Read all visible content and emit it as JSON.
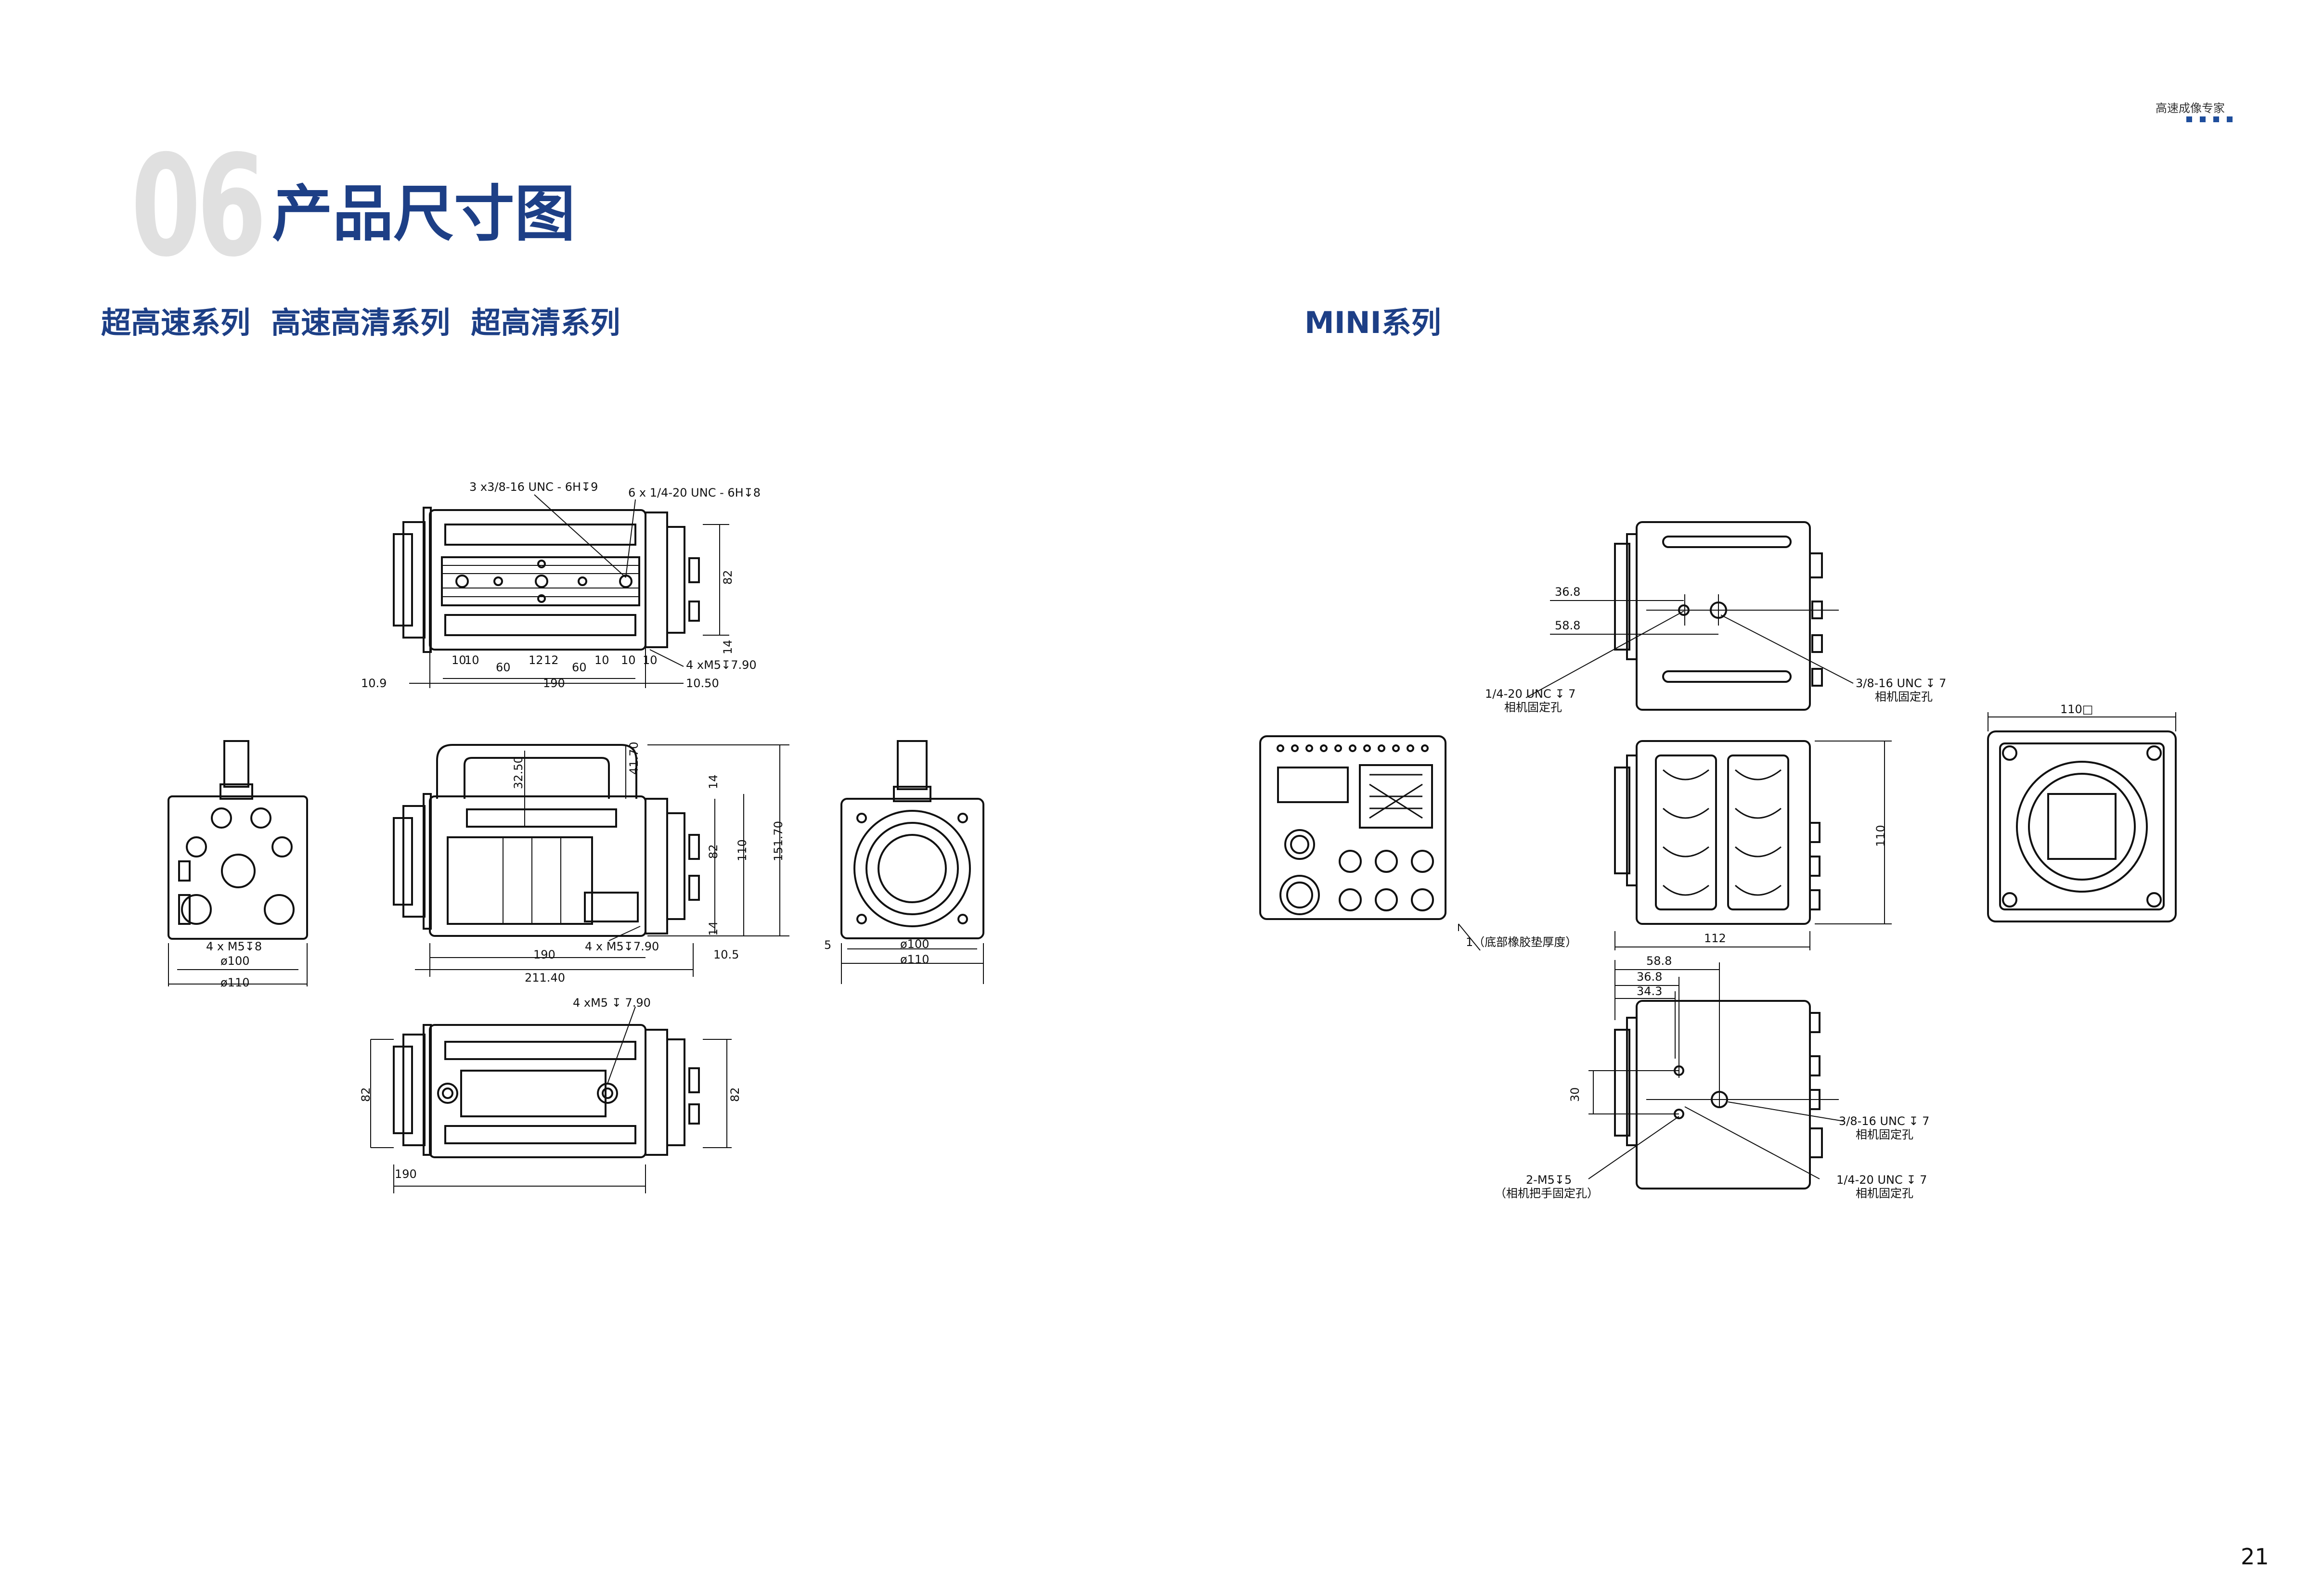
{
  "header": {
    "tagline": "高速成像专家",
    "section_number": "06",
    "title": "产品尺寸图"
  },
  "series_left": "超高速系列  高速高清系列  超高清系列",
  "series_right": "MINI系列",
  "page_number": "21",
  "left_drawing": {
    "top_view": {
      "holes_label_1": "3 x3/8-16 UNC - 6H↧9",
      "holes_label_2": "6 x 1/4-20 UNC - 6H↧8",
      "height_82": "82",
      "dim_14": "14",
      "screw_label": "4 xM5↧7.90",
      "dim_10_a": "10",
      "dim_10_b": "10",
      "dim_60_a": "60",
      "dim_12_a": "12",
      "dim_12_b": "12",
      "dim_60_b": "60",
      "dim_10_c": "10",
      "dim_10_d": "10",
      "dim_10_e": "10",
      "dim_10_9": "10.9",
      "dim_190": "190",
      "dim_10_50": "10.50"
    },
    "back_view": {
      "screw_label": "4 x M5↧8",
      "dia_100": "ø100",
      "dia_110": "ø110"
    },
    "side_view": {
      "dim_32_50": "32.50",
      "dim_41_70": "41.70",
      "dim_14": "14",
      "dim_82": "82",
      "dim_110": "110",
      "dim_151_70": "151.70",
      "dim_14b": "14",
      "screw_label": "4 x M5↧7.90",
      "dim_190": "190",
      "dim_10_5": "10.5",
      "dim_211_40": "211.40"
    },
    "front_view": {
      "dim_5": "5",
      "dia_100": "ø100",
      "dia_110": "ø110"
    },
    "bottom_view": {
      "screw_label": "4 xM5 ↧ 7.90",
      "dim_82_left": "82",
      "dim_82_right": "82",
      "dim_190": "190"
    }
  },
  "right_drawing": {
    "top_view": {
      "dim_36_8": "36.8",
      "dim_58_8": "58.8",
      "label_unc_14": "1/4-20 UNC ↧ 7",
      "label_unc_14_note": "相机固定孔",
      "label_unc_38": "3/8-16 UNC ↧ 7",
      "label_unc_38_note": "相机固定孔"
    },
    "side_view": {
      "dim_110": "110",
      "dim_112": "112",
      "rubber_note": "1（底部橡胶垫厚度）"
    },
    "front_view": {
      "dim_110_sq": "110□"
    },
    "bottom_view": {
      "dim_58_8": "58.8",
      "dim_36_8": "36.8",
      "dim_34_3": "34.3",
      "dim_30": "30",
      "label_unc_38": "3/8-16 UNC ↧ 7",
      "label_unc_38_note": "相机固定孔",
      "label_m5": "2-M5↧5",
      "label_m5_note": "（相机把手固定孔）",
      "label_unc_14": "1/4-20 UNC ↧ 7",
      "label_unc_14_note": "相机固定孔"
    }
  }
}
